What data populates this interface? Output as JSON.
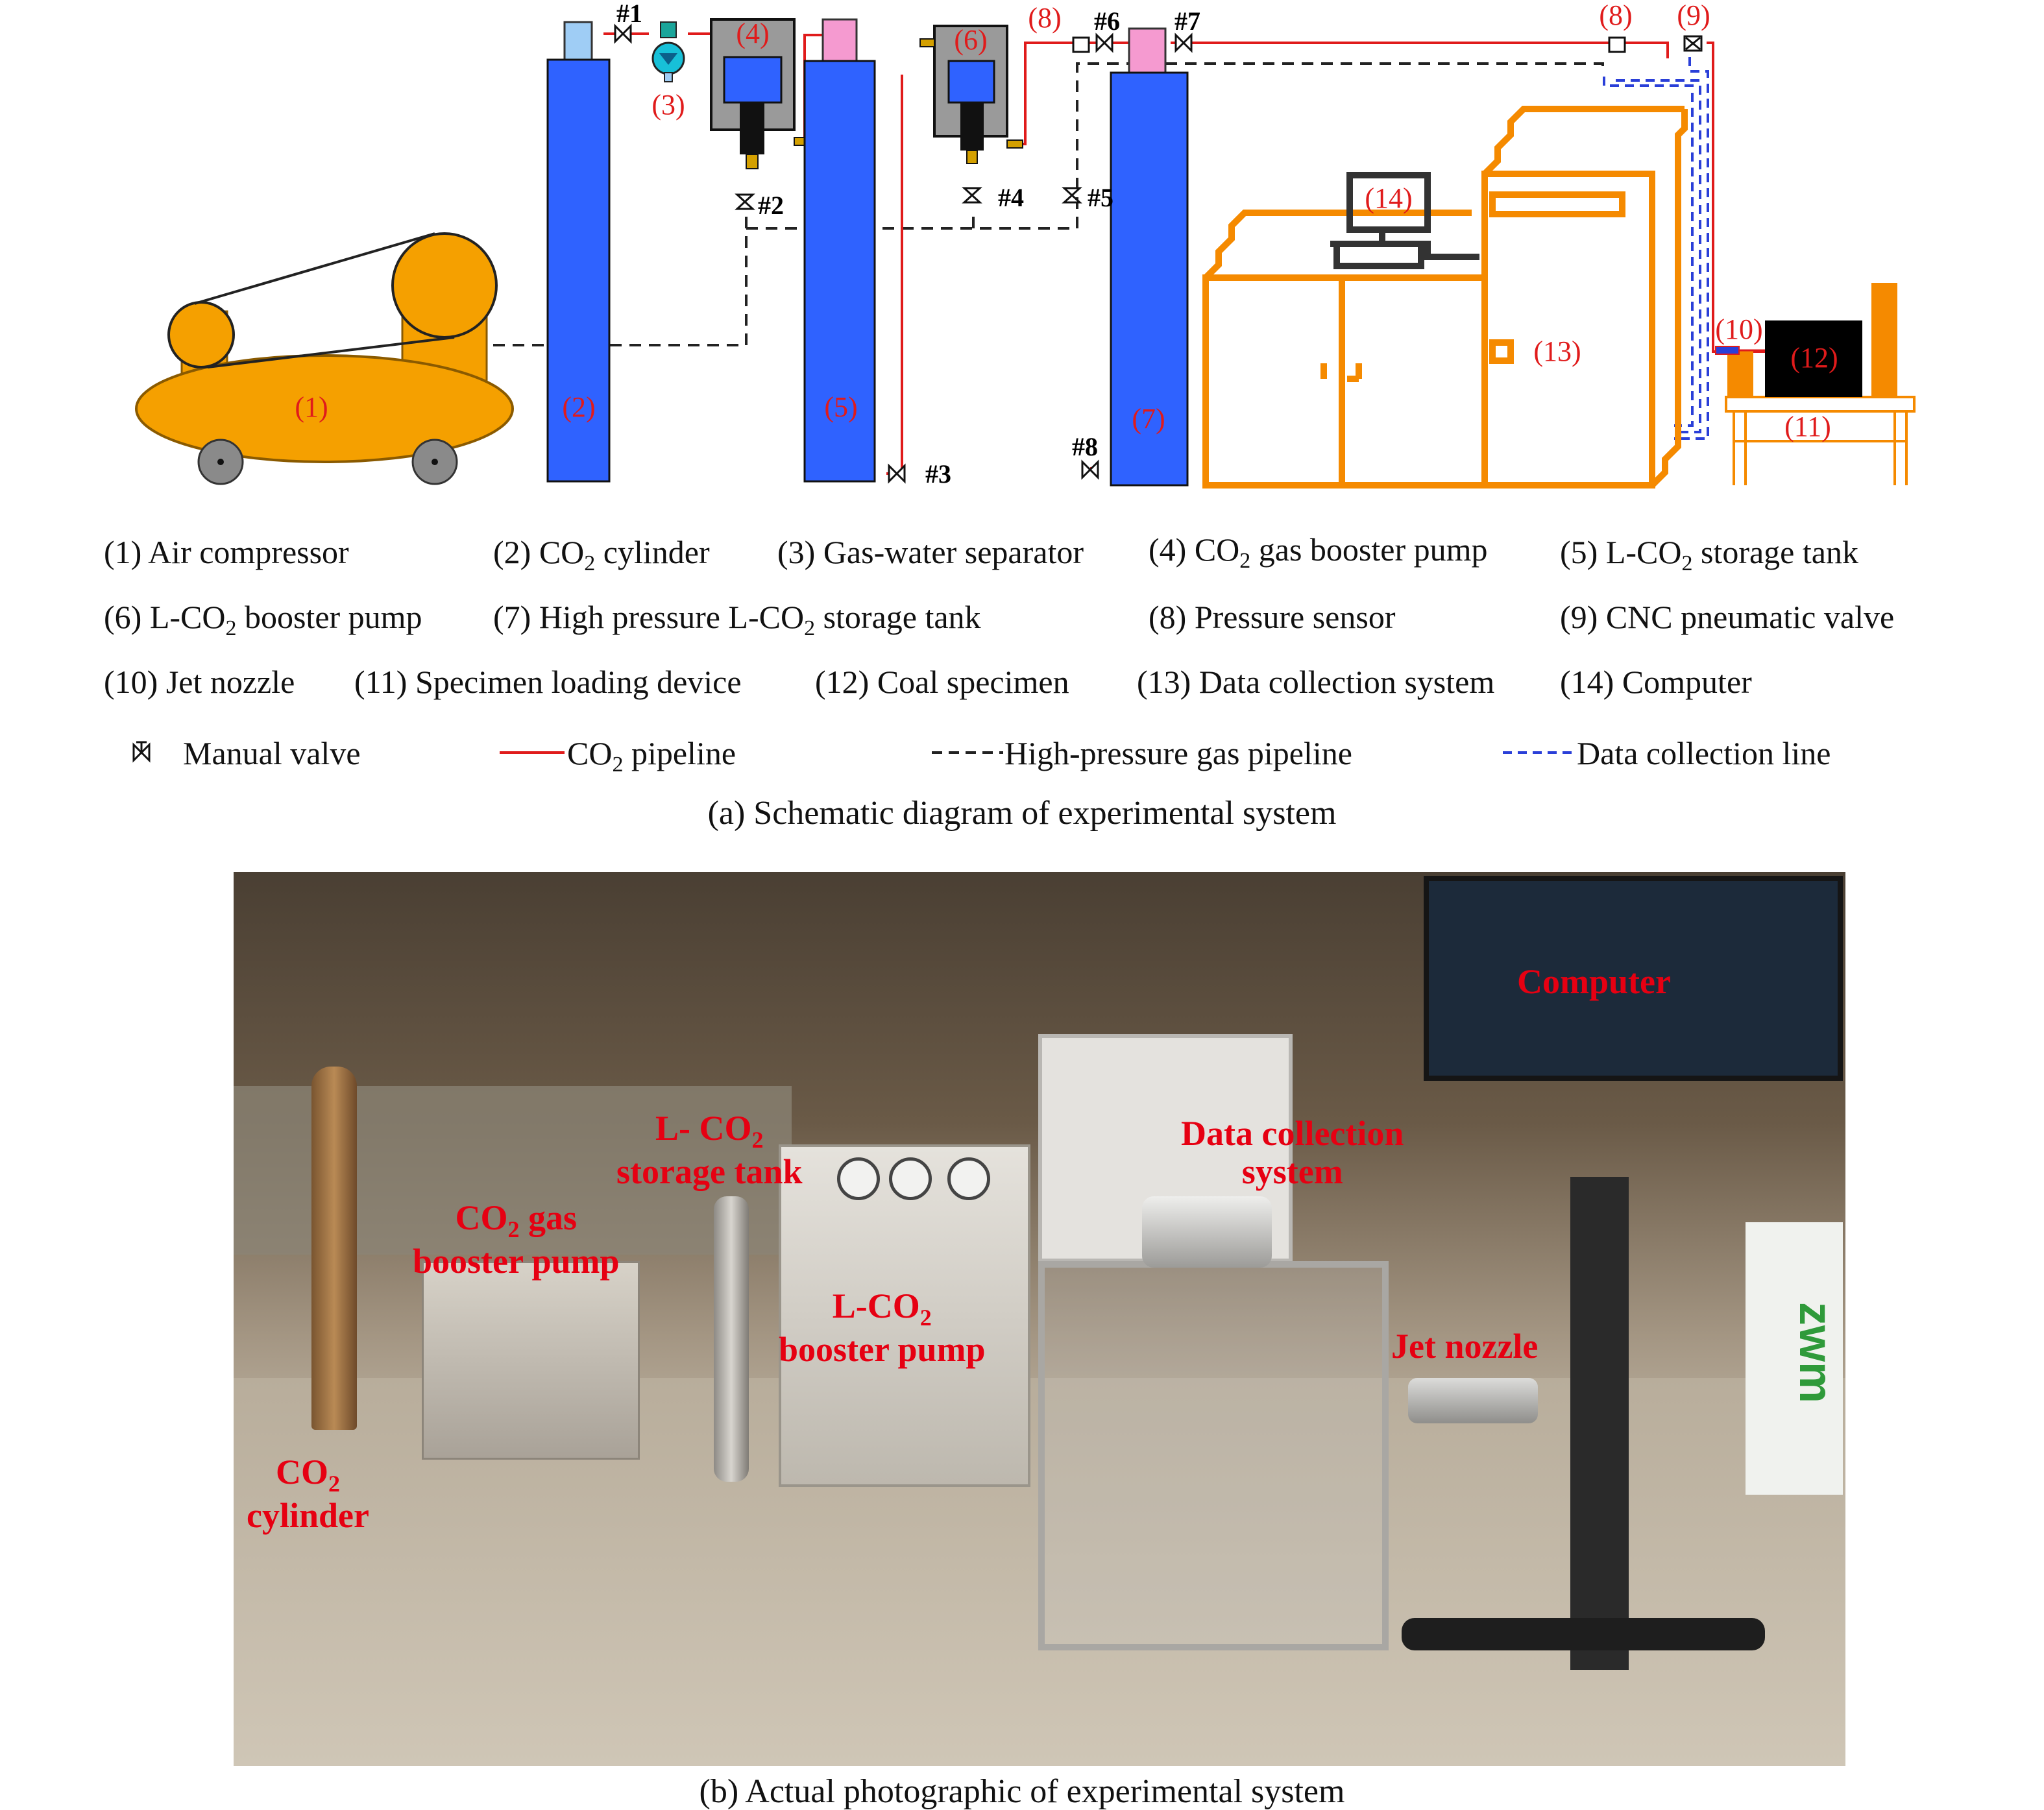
{
  "diagram": {
    "component_labels": {
      "c1": "(1)",
      "c2": "(2)",
      "c3": "(3)",
      "c4": "(4)",
      "c5": "(5)",
      "c6": "(6)",
      "c7": "(7)",
      "c8a": "(8)",
      "c8b": "(8)",
      "c9": "(9)",
      "c10": "(10)",
      "c11": "(11)",
      "c12": "(12)",
      "c13": "(13)",
      "c14": "(14)"
    },
    "valve_labels": {
      "v1": "#1",
      "v2": "#2",
      "v3": "#3",
      "v4": "#4",
      "v5": "#5",
      "v6": "#6",
      "v7": "#7",
      "v8": "#8"
    },
    "colors": {
      "cylinder": "#2f62ff",
      "cap_light": "#9fcdf5",
      "cap_pink": "#f59ad0",
      "compressor": "#f5a000",
      "pump_body": "#9a9a9a",
      "orange_frame": "#f58a00",
      "co2_pipe": "#e01b1b",
      "gas_pipe": "#222222",
      "data_line": "#2a3fd8"
    }
  },
  "legend": {
    "items": [
      {
        "num": "(1)",
        "name": "Air compressor"
      },
      {
        "num": "(2)",
        "name": "CO",
        "sub": "2",
        "post": " cylinder"
      },
      {
        "num": "(3)",
        "name": "Gas-water separator"
      },
      {
        "num": "(4)",
        "name": "CO",
        "sub": "2",
        "post": " gas booster pump"
      },
      {
        "num": "(5)",
        "name": "L-CO",
        "sub": "2",
        "post": " storage tank"
      },
      {
        "num": "(6)",
        "name": "L-CO",
        "sub": "2",
        "post": " booster pump"
      },
      {
        "num": "(7)",
        "name": "High pressure L-CO",
        "sub": "2",
        "post": " storage tank"
      },
      {
        "num": "(8)",
        "name": "Pressure sensor"
      },
      {
        "num": "(9)",
        "name": "CNC pneumatic valve"
      },
      {
        "num": "(10)",
        "name": "Jet nozzle"
      },
      {
        "num": "(11)",
        "name": "Specimen loading device"
      },
      {
        "num": "(12)",
        "name": "Coal specimen"
      },
      {
        "num": "(13)",
        "name": "Data collection system"
      },
      {
        "num": "(14)",
        "name": "Computer"
      }
    ],
    "lines": {
      "manual_valve": "Manual valve",
      "co2_pipeline_pre": "CO",
      "co2_pipeline_sub": "2",
      "co2_pipeline_post": " pipeline",
      "gas_pipeline": "High-pressure gas pipeline",
      "data_line": "Data collection line"
    }
  },
  "captions": {
    "a": "(a) Schematic diagram of experimental system",
    "b": "(b) Actual photographic of experimental system"
  },
  "photo_labels": {
    "computer": "Computer",
    "data_collection_l1": "Data collection",
    "data_collection_l2": "system",
    "storage_l1_pre": "L- CO",
    "storage_l1_sub": "2",
    "storage_l2": "storage tank",
    "gas_booster_l1_pre": "CO",
    "gas_booster_l1_sub": "2",
    "gas_booster_l1_post": " gas",
    "gas_booster_l2": "booster pump",
    "l_booster_l1_pre": "L-CO",
    "l_booster_l1_sub": "2",
    "l_booster_l2": "booster pump",
    "jet_nozzle": "Jet nozzle",
    "cylinder_l1_pre": "CO",
    "cylinder_l1_sub": "2",
    "cylinder_l2": "cylinder",
    "brand_text": "zwm"
  }
}
